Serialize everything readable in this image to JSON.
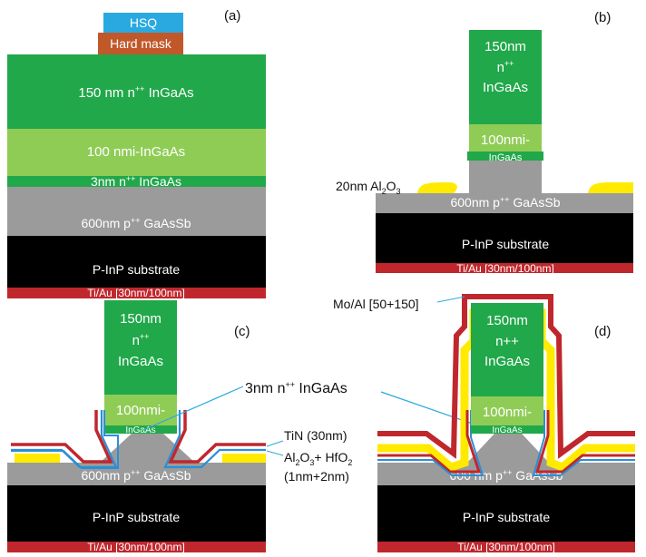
{
  "colors": {
    "n_ingaas": "#21a84a",
    "i_ingaas": "#8fcc55",
    "gaassb": "#9b9b9b",
    "substrate": "#000000",
    "contact": "#c0272d",
    "hsq": "#2aa9e0",
    "hard_mask": "#c0582a",
    "al2o3": "#ffea00",
    "tin": "#c0272d",
    "oxide_bilayer": "#2a8fd8"
  },
  "panel_a": {
    "tag": "(a)",
    "hsq": "HSQ",
    "hard_mask": "Hard mask",
    "n_ingaas": {
      "pre": "150 nm n",
      "sup": "++",
      "post": " InGaAs"
    },
    "i_ingaas": "100 nmi-InGaAs",
    "thin_n": {
      "pre": "3nm n",
      "sup": "++",
      "post": " InGaAs"
    },
    "gaassb": {
      "pre": "600nm p",
      "sup": "++",
      "post": " GaAsSb"
    },
    "substrate": "P-InP substrate",
    "contact": "Ti/Au [30nm/100nm]"
  },
  "panel_b": {
    "tag": "(b)",
    "n_line1": "150nm",
    "n_line2": {
      "pre": "n",
      "sup": "++"
    },
    "n_line3": "InGaAs",
    "i_line1": "100nmi-",
    "i_line2": "InGaAs",
    "al2o3": {
      "pre": "20nm Al",
      "sub1": "2",
      "mid": "O",
      "sub2": "3"
    },
    "gaassb": {
      "pre": "600nm p",
      "sup": "++",
      "post": " GaAsSb"
    },
    "substrate": "P-InP substrate",
    "contact": "Ti/Au [30nm/100nm]"
  },
  "panel_c": {
    "tag": "(c)",
    "n_line1": "150nm",
    "n_line2": {
      "pre": "n",
      "sup": "++"
    },
    "n_line3": "InGaAs",
    "i_line1": "100nmi-",
    "i_line2": "InGaAs",
    "thin_label": {
      "pre": "3nm n",
      "sup": "++",
      "post": " InGaAs"
    },
    "tin": "TiN (30nm)",
    "oxide": {
      "a": "Al",
      "a_sub": "2",
      "b": "O",
      "b_sub": "3",
      "c": "+ HfO",
      "c_sub": "2"
    },
    "oxide_thk": "(1nm+2nm)",
    "gaassb": {
      "pre": "600nm p",
      "sup": "++",
      "post": " GaAsSb"
    },
    "substrate": "P-InP substrate",
    "contact": "Ti/Au [30nm/100nm]"
  },
  "panel_d": {
    "tag": "(d)",
    "moal": "Mo/Al [50+150]",
    "n_line1": "150nm",
    "n_line2": "n++",
    "n_line3": "InGaAs",
    "i_line1": "100nmi-",
    "i_line2": "InGaAs",
    "gaassb": {
      "pre": "600 nm p",
      "sup": "++",
      "post": " GaAsSb"
    },
    "substrate": "P-InP substrate",
    "contact": "Ti/Au [30nm/100nm]"
  }
}
